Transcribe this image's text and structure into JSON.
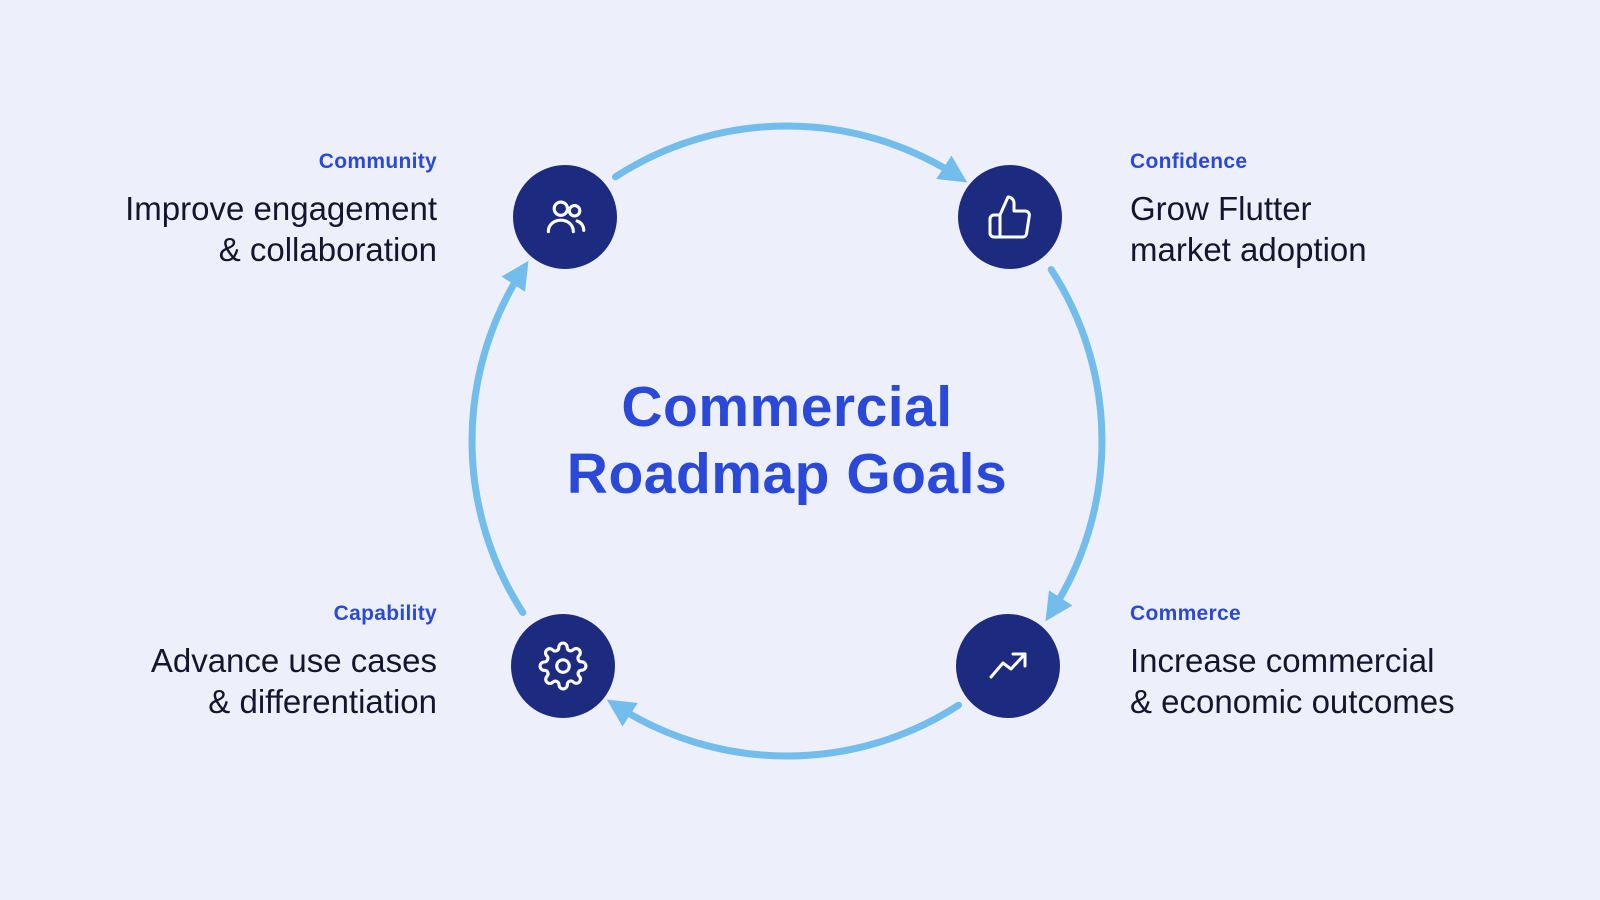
{
  "title": {
    "line1": "Commercial",
    "line2": "Roadmap Goals"
  },
  "nodes": {
    "community": {
      "label": "Community",
      "desc1": "Improve engagement",
      "desc2": "& collaboration",
      "icon": "users-icon"
    },
    "confidence": {
      "label": "Confidence",
      "desc1": "Grow Flutter",
      "desc2": "market adoption",
      "icon": "thumbs-up-icon"
    },
    "capability": {
      "label": "Capability",
      "desc1": "Advance use cases",
      "desc2": "& differentiation",
      "icon": "gear-icon"
    },
    "commerce": {
      "label": "Commerce",
      "desc1": "Increase commercial",
      "desc2": "& economic outcomes",
      "icon": "trending-up-icon"
    }
  },
  "colors": {
    "bg": "#edf0fa",
    "accent": "#2b49d8",
    "navy": "#1c2b7f",
    "arrow": "#72bdec",
    "text": "#14162e",
    "icon": "#ffffff"
  }
}
